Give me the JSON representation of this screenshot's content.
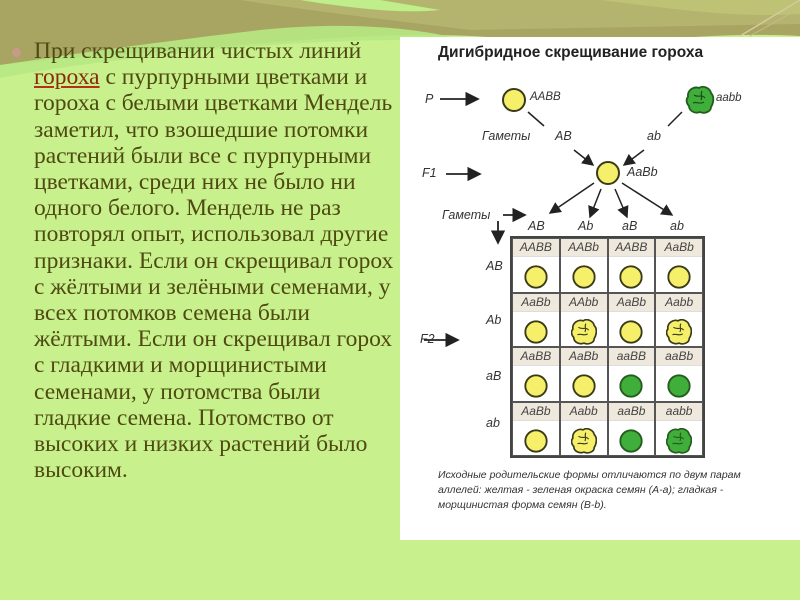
{
  "slide": {
    "bullet_text_before_link": "При скрещивании чистых линий ",
    "link_text": "гороха",
    "bullet_text_after_link": " с пурпурными цветками и гороха с белыми цветками Мендель заметил, что взошедшие потомки растений были все с пурпурными цветками, среди них не было ни одного белого. Мендель не раз повторял опыт, использовал другие признаки. Если он скрещивал горох с жёлтыми и зелёными семенами, у всех потомков семена были жёлтыми. Если он скрещивал горох с гладкими и морщинистыми семенами, у потомства были гладкие семена. Потомство от высоких и низких растений было высоким."
  },
  "diagram": {
    "title": "Дигибридное скрещивание гороха",
    "labels": {
      "p": "P",
      "f1": "F1",
      "f2": "F2",
      "gametes_1": "Гаметы",
      "gametes_2": "Гаметы"
    },
    "parents": [
      {
        "genotype": "AABB",
        "color": "yellow",
        "shape": "smooth"
      },
      {
        "genotype": "aabb",
        "color": "green",
        "shape": "wrinkled"
      }
    ],
    "parent_gametes": [
      "AB",
      "ab"
    ],
    "f1": {
      "genotype": "AaBb",
      "color": "yellow",
      "shape": "smooth"
    },
    "f1_gametes": [
      "AB",
      "Ab",
      "aB",
      "ab"
    ],
    "row_gametes": [
      "AB",
      "Ab",
      "aB",
      "ab"
    ],
    "grid": [
      [
        {
          "genotype": "AABB",
          "color": "yellow",
          "shape": "smooth"
        },
        {
          "genotype": "AABb",
          "color": "yellow",
          "shape": "smooth"
        },
        {
          "genotype": "AABB",
          "color": "yellow",
          "shape": "smooth"
        },
        {
          "genotype": "AaBb",
          "color": "yellow",
          "shape": "smooth"
        }
      ],
      [
        {
          "genotype": "AaBb",
          "color": "yellow",
          "shape": "smooth"
        },
        {
          "genotype": "AAbb",
          "color": "yellow",
          "shape": "wrinkled"
        },
        {
          "genotype": "AaBb",
          "color": "yellow",
          "shape": "smooth"
        },
        {
          "genotype": "Aabb",
          "color": "yellow",
          "shape": "wrinkled"
        }
      ],
      [
        {
          "genotype": "AaBB",
          "color": "yellow",
          "shape": "smooth"
        },
        {
          "genotype": "AaBb",
          "color": "yellow",
          "shape": "smooth"
        },
        {
          "genotype": "aaBB",
          "color": "green",
          "shape": "smooth"
        },
        {
          "genotype": "aaBb",
          "color": "green",
          "shape": "smooth"
        }
      ],
      [
        {
          "genotype": "AaBb",
          "color": "yellow",
          "shape": "smooth"
        },
        {
          "genotype": "Aabb",
          "color": "yellow",
          "shape": "wrinkled"
        },
        {
          "genotype": "aaBb",
          "color": "green",
          "shape": "smooth"
        },
        {
          "genotype": "aabb",
          "color": "green",
          "shape": "wrinkled"
        }
      ]
    ],
    "caption": "Исходные родительские формы отличаются по двум парам аллелей: желтая - зеленая окраска семян (A-a); гладкая - морщинистая форма семян (B-b).",
    "colors": {
      "yellow": "#f5ef6a",
      "green": "#3fae3a",
      "outline": "#3a3a1a"
    }
  }
}
